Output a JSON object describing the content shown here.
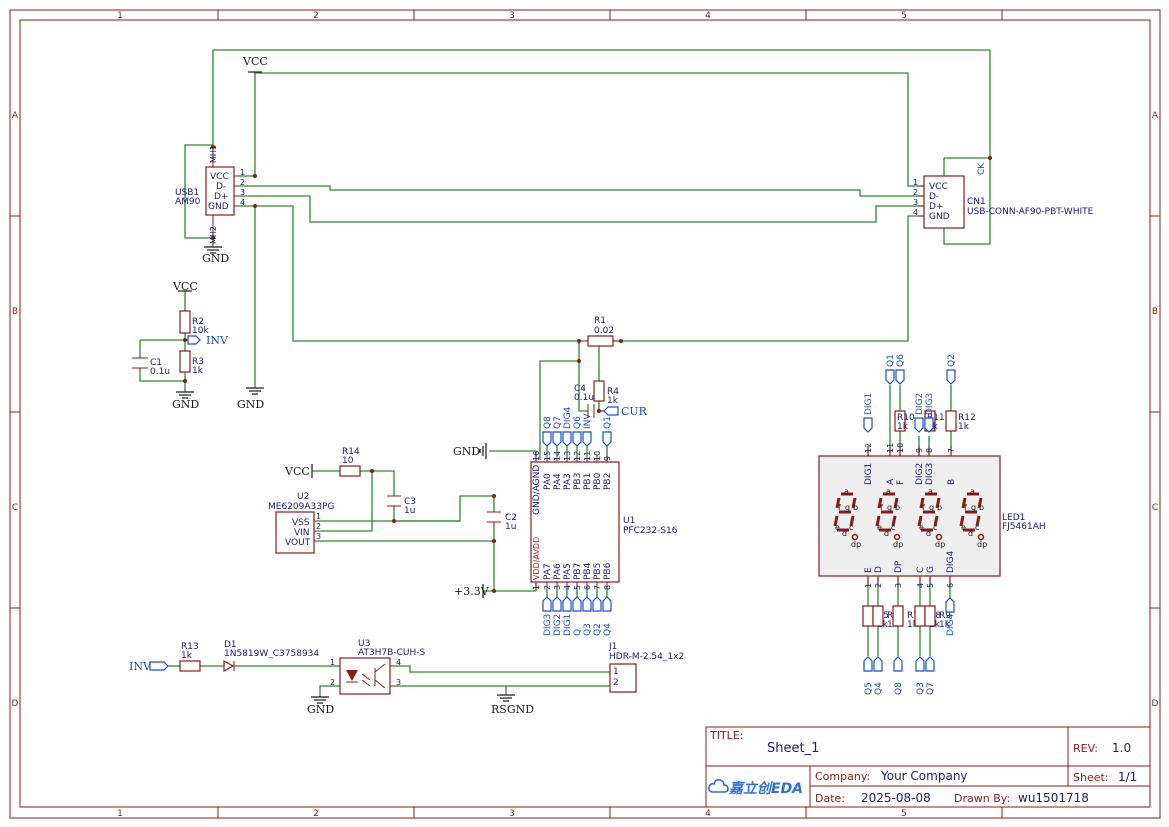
{
  "zones": {
    "cols": [
      "1",
      "2",
      "3",
      "4",
      "5"
    ],
    "rows": [
      "A",
      "B",
      "C",
      "D"
    ]
  },
  "power": {
    "vcc": "VCC",
    "gnd": "GND",
    "v33": "+3.3V",
    "rsgnd": "RSGND"
  },
  "usb1": {
    "ref": "USB1",
    "value": "AM90",
    "pins": [
      "VCC",
      "D-",
      "D+",
      "GND"
    ],
    "nums": [
      "1",
      "2",
      "3",
      "4"
    ],
    "mh1": "MH1",
    "mh2": "MH2"
  },
  "cn1": {
    "ref": "CN1",
    "value": "USB-CONN-AF90-PBT-WHITE",
    "pins": [
      "VCC",
      "D-",
      "D+",
      "GND"
    ],
    "nums": [
      "1",
      "2",
      "3",
      "4"
    ],
    "ck": "CK"
  },
  "r1": {
    "ref": "R1",
    "value": "0.02"
  },
  "r2": {
    "ref": "R2",
    "value": "10k"
  },
  "r3": {
    "ref": "R3",
    "value": "1k"
  },
  "c1": {
    "ref": "C1",
    "value": "0.1u"
  },
  "r4": {
    "ref": "R4",
    "value": "1k"
  },
  "c4": {
    "ref": "C4",
    "value": "0.1u"
  },
  "r14": {
    "ref": "R14",
    "value": "10"
  },
  "c3": {
    "ref": "C3",
    "value": "1u"
  },
  "c2": {
    "ref": "C2",
    "value": "1u"
  },
  "u2": {
    "ref": "U2",
    "value": "ME6209A33PG",
    "pins": [
      "VSS",
      "VIN",
      "VOUT"
    ],
    "nums": [
      "1",
      "2",
      "3"
    ]
  },
  "u1": {
    "ref": "U1",
    "value": "PFC232-S16",
    "top_pins": [
      "GND/AGND",
      "PA0",
      "PA4",
      "PA3",
      "PB3",
      "PB1",
      "PB0",
      "PB2"
    ],
    "bot_pins": [
      "VDD/AVDD",
      "PA7",
      "PA6",
      "PA5",
      "PB7",
      "PB4",
      "PB5",
      "PB6"
    ],
    "top_nums": [
      "16",
      "15",
      "14",
      "13",
      "12",
      "11",
      "10",
      "9"
    ],
    "bot_nums": [
      "1",
      "2",
      "3",
      "4",
      "5",
      "6",
      "7",
      "8"
    ],
    "top_nets": [
      "Q8",
      "Q7",
      "DIG4",
      "Q6",
      "INV",
      "Q1"
    ],
    "bot_nets": [
      "DIG3",
      "DIG2",
      "DIG1",
      "Q",
      "Q3",
      "Q2",
      "Q4"
    ]
  },
  "u3": {
    "ref": "U3",
    "value": "AT3H7B-CUH-S",
    "nums": [
      "1",
      "2",
      "3",
      "4"
    ]
  },
  "d1": {
    "ref": "D1",
    "value": "1N5819W_C3758934"
  },
  "r13": {
    "ref": "R13",
    "value": "1k"
  },
  "j1": {
    "ref": "J1",
    "value": "HDR-M-2.54_1x2",
    "nums": [
      "1",
      "2"
    ]
  },
  "led1": {
    "ref": "LED1",
    "value": "FJ5461AH",
    "top_pins": [
      "DIG1",
      "A",
      "F",
      "DIG2",
      "DIG3",
      "B"
    ],
    "top_nums": [
      "12",
      "11",
      "10",
      "9",
      "8",
      "7"
    ],
    "bot_pins": [
      "E",
      "D",
      "DP",
      "C",
      "G",
      "DIG4"
    ],
    "bot_nums": [
      "1",
      "2",
      "3",
      "4",
      "5",
      "6"
    ],
    "segs": [
      "a",
      "f",
      "g",
      "b",
      "e",
      "c",
      "d",
      "dp"
    ]
  },
  "led_resistors": {
    "top": [
      {
        "ref": "R10",
        "value": "1k"
      },
      {
        "ref": "R11",
        "value": "1k"
      },
      {
        "ref": "R12",
        "value": "1k"
      }
    ],
    "bot": [
      {
        "ref": "R5",
        "value": "1k"
      },
      {
        "ref": "R6",
        "value": "1k"
      },
      {
        "ref": "R7",
        "value": "1k"
      },
      {
        "ref": "R8",
        "value": "1k"
      },
      {
        "ref": "R9",
        "value": "1k"
      }
    ]
  },
  "nets": {
    "inv": "INV",
    "cur": "CUR",
    "led_top": [
      "DIG1",
      "Q1",
      "Q6",
      "DIG2",
      "DIG3",
      "Q2"
    ],
    "led_bot": [
      "Q5",
      "Q4",
      "Q8",
      "Q3",
      "Q7",
      "DIG4"
    ]
  },
  "title_block": {
    "title_label": "TITLE:",
    "title": "Sheet_1",
    "rev_label": "REV:",
    "rev": "1.0",
    "company_label": "Company:",
    "company": "Your Company",
    "sheet_label": "Sheet:",
    "sheet": "1/1",
    "date_label": "Date:",
    "date": "2025-08-08",
    "drawn_label": "Drawn By:",
    "drawn": "wu1501718",
    "logo": "嘉立创EDA"
  }
}
